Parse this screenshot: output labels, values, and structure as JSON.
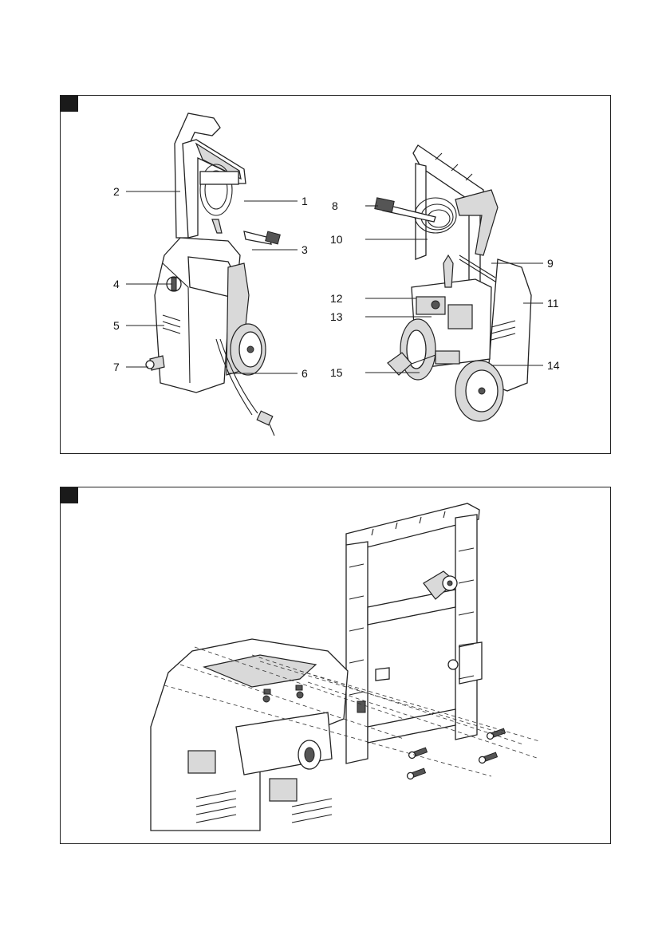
{
  "figure1": {
    "callouts": [
      {
        "id": "c1",
        "label": "1"
      },
      {
        "id": "c2",
        "label": "2"
      },
      {
        "id": "c3",
        "label": "3"
      },
      {
        "id": "c4",
        "label": "4"
      },
      {
        "id": "c5",
        "label": "5"
      },
      {
        "id": "c6",
        "label": "6"
      },
      {
        "id": "c7",
        "label": "7"
      },
      {
        "id": "c8",
        "label": "8"
      },
      {
        "id": "c9",
        "label": "9"
      },
      {
        "id": "c10",
        "label": "10"
      },
      {
        "id": "c11",
        "label": "11"
      },
      {
        "id": "c12",
        "label": "12"
      },
      {
        "id": "c13",
        "label": "13"
      },
      {
        "id": "c14",
        "label": "14"
      },
      {
        "id": "c15",
        "label": "15"
      }
    ]
  },
  "figure2": {
    "screws_shown": 4
  }
}
